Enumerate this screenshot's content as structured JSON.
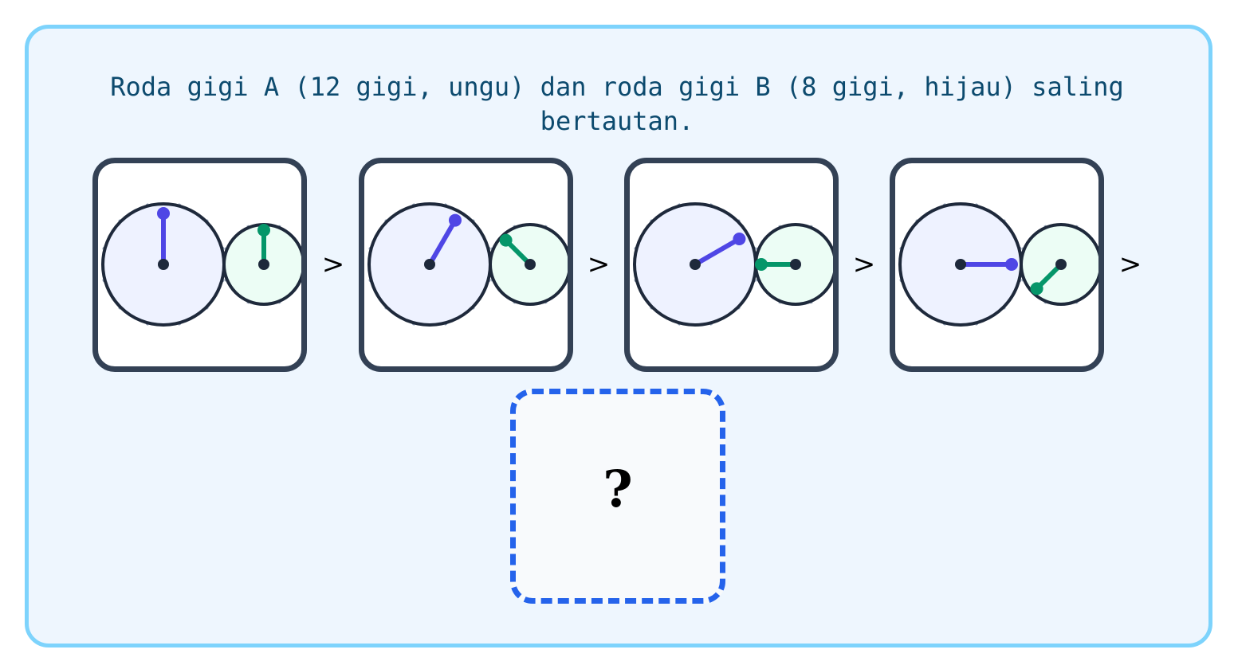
{
  "question": "Roda gigi A (12 gigi, ungu) dan roda gigi B (8 gigi, hijau) saling bertautan.",
  "separator": ">",
  "answer_placeholder": "?",
  "colors": {
    "gear_a_hand": "#4f46e5",
    "gear_b_hand": "#059669",
    "gear_a_fill": "#eef2ff",
    "gear_b_fill": "#ecfdf5",
    "outline": "#1e293b",
    "tooth": "#94a3b8"
  },
  "gears": {
    "a": {
      "teeth": 12,
      "color": "ungu"
    },
    "b": {
      "teeth": 8,
      "color": "hijau"
    }
  },
  "frames": [
    {
      "gear_a_angle_deg": 0,
      "gear_b_angle_deg": 0
    },
    {
      "gear_a_angle_deg": 30,
      "gear_b_angle_deg": -45
    },
    {
      "gear_a_angle_deg": 60,
      "gear_b_angle_deg": -90
    },
    {
      "gear_a_angle_deg": 90,
      "gear_b_angle_deg": -135
    }
  ]
}
